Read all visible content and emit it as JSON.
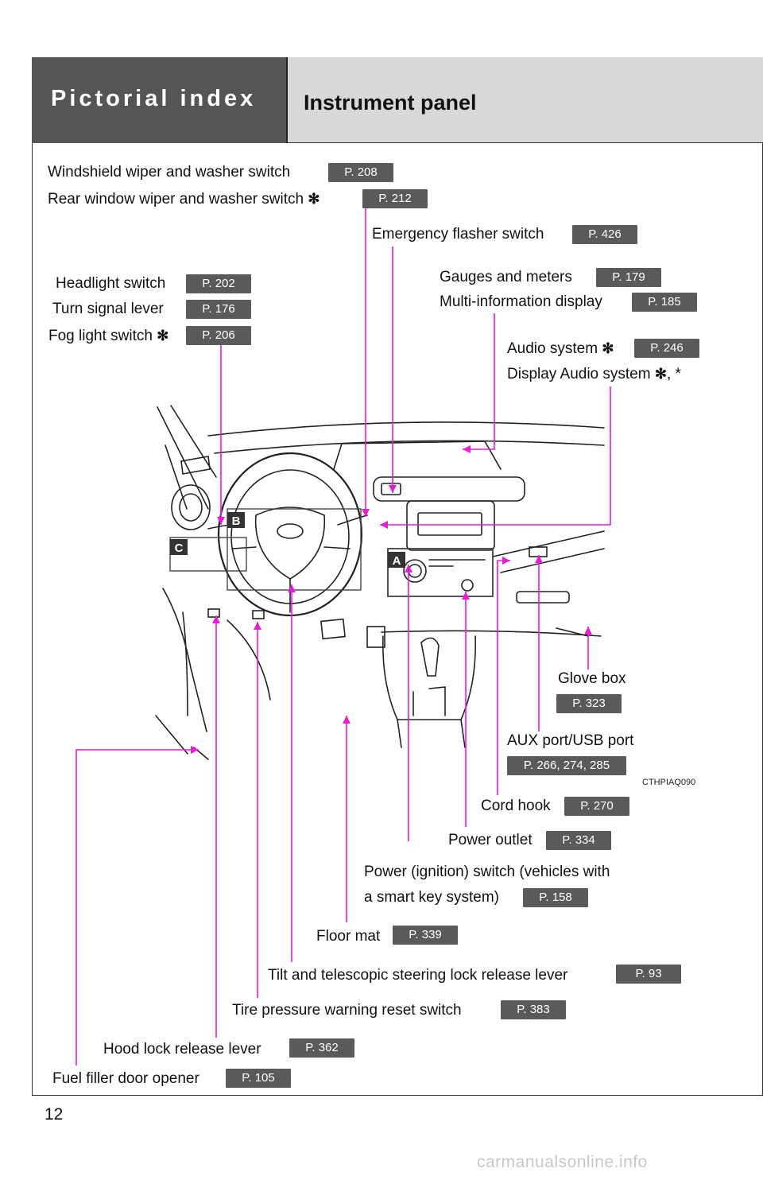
{
  "header": {
    "section_title": "Pictorial index",
    "page_title": "Instrument panel"
  },
  "asterisk_symbol": "✻",
  "callouts": {
    "windshield_wiper": {
      "label": "Windshield wiper and washer switch",
      "page": "P. 208"
    },
    "rear_wiper": {
      "label": "Rear window wiper and washer switch",
      "page": "P. 212"
    },
    "emergency_flasher": {
      "label": "Emergency flasher switch",
      "page": "P. 426"
    },
    "gauges": {
      "label": "Gauges and meters",
      "page": "P. 179"
    },
    "multi_info": {
      "label": "Multi-information display",
      "page": "P. 185"
    },
    "headlight": {
      "label": "Headlight switch",
      "page": "P. 202"
    },
    "turn_signal": {
      "label": "Turn signal lever",
      "page": "P. 176"
    },
    "fog_light": {
      "label": "Fog light switch",
      "page": "P. 206"
    },
    "audio": {
      "label": "Audio system",
      "page": "P. 246"
    },
    "display_audio": {
      "label": "Display Audio system",
      "suffix": ", *"
    },
    "glove_box": {
      "label": "Glove box",
      "page": "P. 323"
    },
    "aux_port": {
      "label": "AUX port/USB port",
      "page": "P. 266, 274, 285"
    },
    "cord_hook": {
      "label": "Cord hook",
      "page": "P. 270"
    },
    "power_outlet": {
      "label": "Power outlet",
      "page": "P. 334"
    },
    "power_switch": {
      "label_line1": "Power (ignition) switch (vehicles with",
      "label_line2": "a smart key system)",
      "page": "P. 158"
    },
    "floor_mat": {
      "label": "Floor mat",
      "page": "P. 339"
    },
    "tilt_telescopic": {
      "label": "Tilt and telescopic steering lock release lever",
      "page": "P. 93"
    },
    "tire_pressure": {
      "label": "Tire pressure warning reset switch",
      "page": "P. 383"
    },
    "hood_lock": {
      "label": "Hood lock release lever",
      "page": "P. 362"
    },
    "fuel_filler": {
      "label": "Fuel filler door opener",
      "page": "P. 105"
    }
  },
  "figure": {
    "markers": {
      "a": "A",
      "b": "B",
      "c": "C"
    },
    "caption": "CTHPIAQ090",
    "leader_color": "#e61cd8"
  },
  "footer": {
    "page_number": "12",
    "watermark": "carmanualsonline.info"
  }
}
